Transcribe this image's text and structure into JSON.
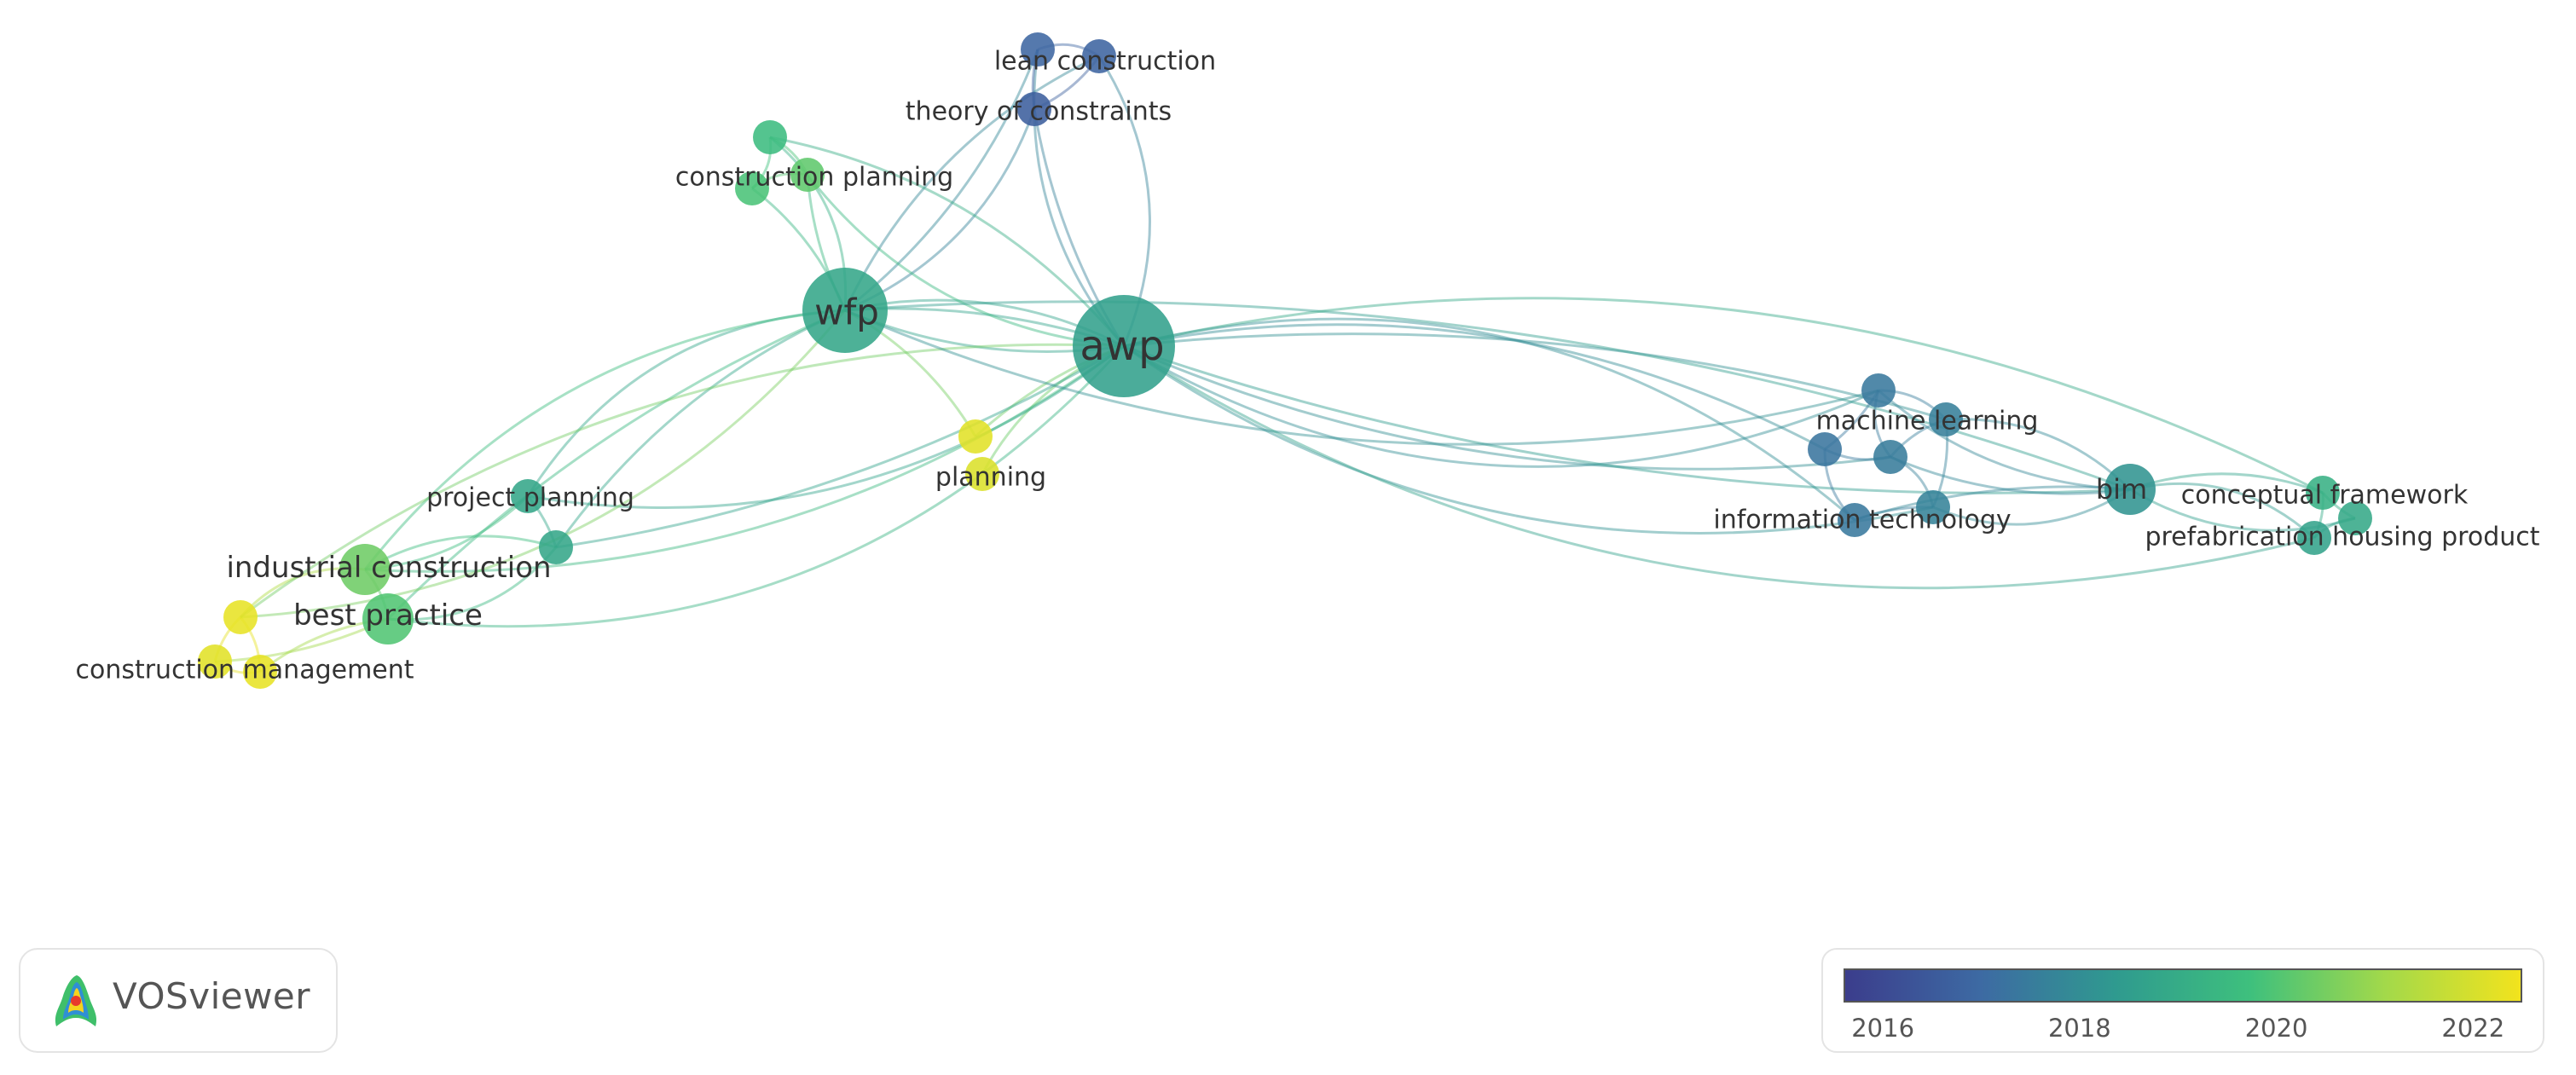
{
  "app": {
    "logo_text": "VOSviewer",
    "logo_icon": "vosviewer-logo-icon"
  },
  "legend": {
    "min_year": 2015.6,
    "max_year": 2022.5,
    "ticks": [
      "2016",
      "2018",
      "2020",
      "2022"
    ],
    "tick_values": [
      2016,
      2018,
      2020,
      2022
    ],
    "colors": [
      "#3b3d8c",
      "#3d6aa3",
      "#2f9a8f",
      "#3ec07d",
      "#a3d94a",
      "#f2e31d"
    ]
  },
  "nodes": [
    {
      "id": "awp",
      "label": "awp",
      "year": 2018.6,
      "weight": 10
    },
    {
      "id": "wfp",
      "label": "wfp",
      "year": 2018.8,
      "weight": 8
    },
    {
      "id": "lean-construction",
      "label": "lean construction",
      "year": 2016.9,
      "weight": 2
    },
    {
      "id": "theory-of-constraints",
      "label": "theory of constraints",
      "year": 2016.8,
      "weight": 2
    },
    {
      "id": "tc-b",
      "label": "",
      "year": 2016.6,
      "weight": 2
    },
    {
      "id": "construction-planning",
      "label": "construction planning",
      "year": 2019.6,
      "weight": 2
    },
    {
      "id": "cp-a",
      "label": "",
      "year": 2020.2,
      "weight": 2
    },
    {
      "id": "cp-b",
      "label": "",
      "year": 2019.9,
      "weight": 2
    },
    {
      "id": "planning",
      "label": "planning",
      "year": 2022.2,
      "weight": 2
    },
    {
      "id": "planning-b",
      "label": "",
      "year": 2022.1,
      "weight": 2
    },
    {
      "id": "project-planning",
      "label": "project planning",
      "year": 2018.8,
      "weight": 2
    },
    {
      "id": "pp-b",
      "label": "",
      "year": 2018.8,
      "weight": 2
    },
    {
      "id": "industrial-construction",
      "label": "industrial construction",
      "year": 2020.4,
      "weight": 4
    },
    {
      "id": "best-practice",
      "label": "best practice",
      "year": 2020.0,
      "weight": 4
    },
    {
      "id": "cm-a",
      "label": "",
      "year": 2022.3,
      "weight": 2
    },
    {
      "id": "construction-management",
      "label": "construction management",
      "year": 2022.2,
      "weight": 2
    },
    {
      "id": "cm-c",
      "label": "",
      "year": 2022.3,
      "weight": 2
    },
    {
      "id": "machine-learning",
      "label": "machine learning",
      "year": 2017.4,
      "weight": 2
    },
    {
      "id": "ml-a",
      "label": "",
      "year": 2017.6,
      "weight": 2
    },
    {
      "id": "ml-b",
      "label": "",
      "year": 2017.5,
      "weight": 2
    },
    {
      "id": "ml-c",
      "label": "",
      "year": 2017.3,
      "weight": 2
    },
    {
      "id": "information-technology",
      "label": "information technology",
      "year": 2017.7,
      "weight": 2
    },
    {
      "id": "it-b",
      "label": "",
      "year": 2017.4,
      "weight": 2
    },
    {
      "id": "bim",
      "label": "bim",
      "year": 2018.2,
      "weight": 4
    },
    {
      "id": "conceptual-framework",
      "label": "conceptual framework",
      "year": 2019.2,
      "weight": 2
    },
    {
      "id": "cf-b",
      "label": "",
      "year": 2018.9,
      "weight": 2
    },
    {
      "id": "prefabrication-housing-product",
      "label": "prefabrication housing product",
      "year": 2018.7,
      "weight": 2
    }
  ],
  "links": [
    [
      "awp",
      "wfp"
    ],
    [
      "awp",
      "wfp"
    ],
    [
      "awp",
      "wfp"
    ],
    [
      "awp",
      "lean-construction"
    ],
    [
      "awp",
      "theory-of-constraints"
    ],
    [
      "awp",
      "tc-b"
    ],
    [
      "wfp",
      "lean-construction"
    ],
    [
      "wfp",
      "theory-of-constraints"
    ],
    [
      "wfp",
      "tc-b"
    ],
    [
      "lean-construction",
      "theory-of-constraints"
    ],
    [
      "lean-construction",
      "tc-b"
    ],
    [
      "theory-of-constraints",
      "tc-b"
    ],
    [
      "awp",
      "construction-planning"
    ],
    [
      "awp",
      "cp-a"
    ],
    [
      "wfp",
      "construction-planning"
    ],
    [
      "wfp",
      "cp-a"
    ],
    [
      "wfp",
      "cp-b"
    ],
    [
      "construction-planning",
      "cp-a"
    ],
    [
      "cp-a",
      "cp-b"
    ],
    [
      "construction-planning",
      "cp-b"
    ],
    [
      "awp",
      "planning"
    ],
    [
      "wfp",
      "planning"
    ],
    [
      "awp",
      "planning-b"
    ],
    [
      "awp",
      "project-planning"
    ],
    [
      "wfp",
      "project-planning"
    ],
    [
      "awp",
      "pp-b"
    ],
    [
      "wfp",
      "pp-b"
    ],
    [
      "awp",
      "industrial-construction"
    ],
    [
      "wfp",
      "industrial-construction"
    ],
    [
      "awp",
      "best-practice"
    ],
    [
      "wfp",
      "best-practice"
    ],
    [
      "industrial-construction",
      "best-practice"
    ],
    [
      "industrial-construction",
      "project-planning"
    ],
    [
      "industrial-construction",
      "pp-b"
    ],
    [
      "best-practice",
      "pp-b"
    ],
    [
      "project-planning",
      "pp-b"
    ],
    [
      "cm-a",
      "construction-management"
    ],
    [
      "cm-a",
      "cm-c"
    ],
    [
      "construction-management",
      "cm-c"
    ],
    [
      "cm-a",
      "industrial-construction"
    ],
    [
      "construction-management",
      "best-practice"
    ],
    [
      "cm-c",
      "best-practice"
    ],
    [
      "awp",
      "cm-a"
    ],
    [
      "wfp",
      "cm-a"
    ],
    [
      "awp",
      "machine-learning"
    ],
    [
      "awp",
      "ml-a"
    ],
    [
      "awp",
      "ml-b"
    ],
    [
      "awp",
      "ml-c"
    ],
    [
      "awp",
      "information-technology"
    ],
    [
      "awp",
      "it-b"
    ],
    [
      "awp",
      "bim"
    ],
    [
      "wfp",
      "bim"
    ],
    [
      "wfp",
      "machine-learning"
    ],
    [
      "machine-learning",
      "ml-a"
    ],
    [
      "machine-learning",
      "ml-b"
    ],
    [
      "machine-learning",
      "ml-c"
    ],
    [
      "ml-a",
      "ml-b"
    ],
    [
      "ml-b",
      "ml-c"
    ],
    [
      "ml-c",
      "it-b"
    ],
    [
      "ml-b",
      "information-technology"
    ],
    [
      "information-technology",
      "it-b"
    ],
    [
      "ml-a",
      "information-technology"
    ],
    [
      "machine-learning",
      "bim"
    ],
    [
      "ml-a",
      "bim"
    ],
    [
      "information-technology",
      "bim"
    ],
    [
      "it-b",
      "bim"
    ],
    [
      "ml-b",
      "bim"
    ],
    [
      "bim",
      "conceptual-framework"
    ],
    [
      "bim",
      "cf-b"
    ],
    [
      "bim",
      "prefabrication-housing-product"
    ],
    [
      "conceptual-framework",
      "cf-b"
    ],
    [
      "conceptual-framework",
      "prefabrication-housing-product"
    ],
    [
      "cf-b",
      "prefabrication-housing-product"
    ],
    [
      "awp",
      "conceptual-framework"
    ],
    [
      "awp",
      "prefabrication-housing-product"
    ]
  ]
}
